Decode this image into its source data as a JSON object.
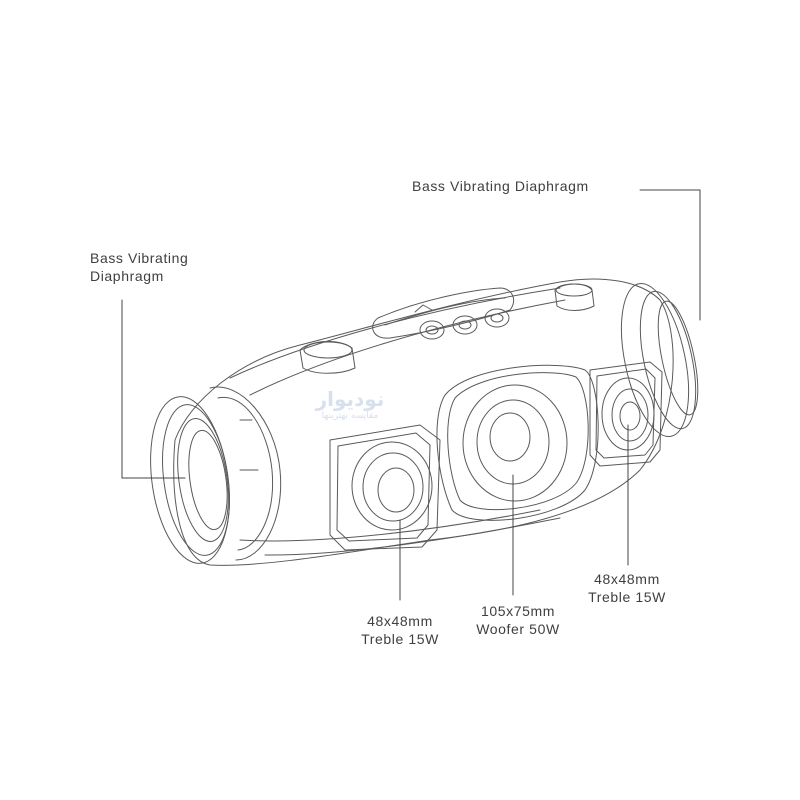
{
  "labels": {
    "bass_top": "Bass Vibrating Diaphragm",
    "bass_left": {
      "line1": "Bass Vibrating",
      "line2": "Diaphragm"
    },
    "treble_left": {
      "line1": "48x48mm",
      "line2": "Treble 15W"
    },
    "woofer": {
      "line1": "105x75mm",
      "line2": "Woofer 50W"
    },
    "treble_right": {
      "line1": "48x48mm",
      "line2": "Treble 15W"
    }
  },
  "watermark": {
    "main": "نوديوار",
    "sub": "مقايسه بهترينها"
  },
  "colors": {
    "line": "#5a5a5a",
    "text": "#3f3f3f",
    "watermark": "#c9d6ea"
  }
}
